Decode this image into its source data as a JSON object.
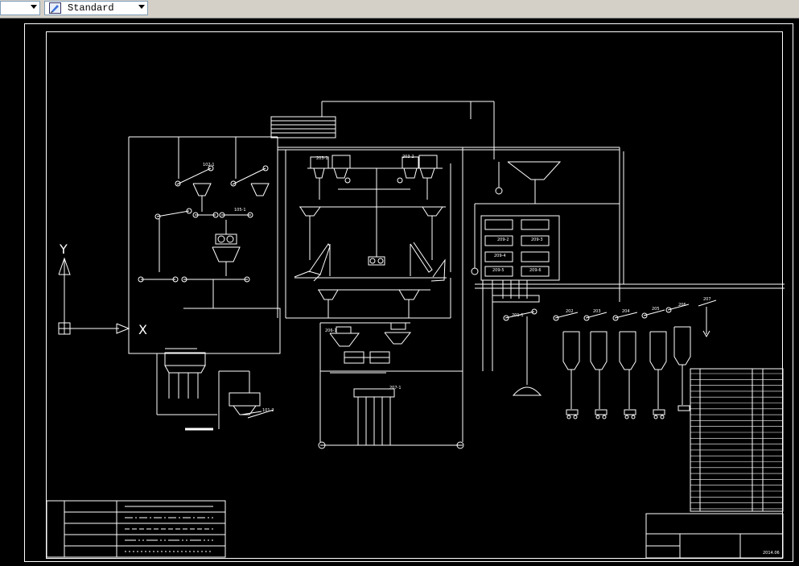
{
  "toolbar": {
    "style_dropdown_value": "Standard"
  },
  "drawing": {
    "tags": {
      "t102_1": "102-1",
      "t105_1": "105-1",
      "t203_1": "203-1",
      "t203_2": "203-2",
      "t206_1": "206-1",
      "t207_1": "207-1",
      "t201_1": "201-1",
      "t202": "202",
      "t203": "203",
      "t204": "204",
      "t205": "205",
      "t206": "206",
      "t207": "207",
      "t101_2": "101-2",
      "t209_2": "209-2",
      "t209_3": "209-3",
      "t209_4": "209-4",
      "t209_5": "209-5",
      "t209_6": "209-6"
    },
    "axis": {
      "y": "Y",
      "x": "X"
    },
    "title_block": {
      "date": "2014.06"
    }
  }
}
